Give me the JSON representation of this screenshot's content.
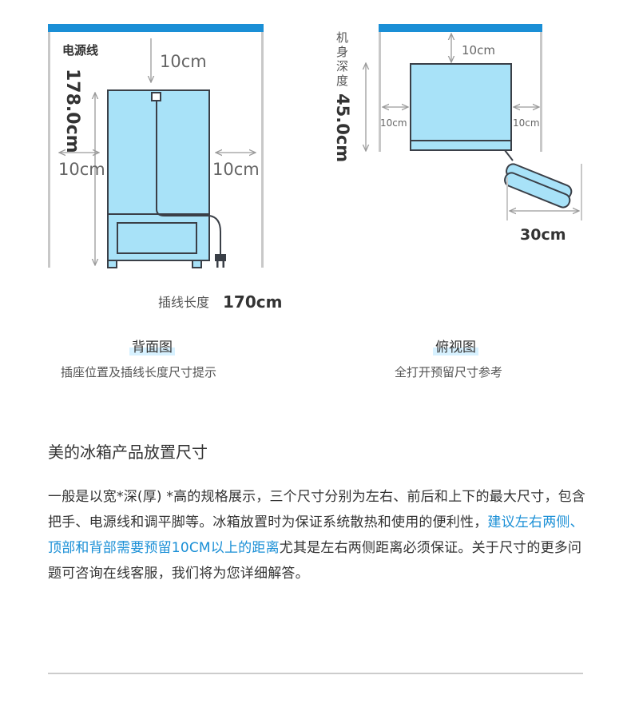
{
  "back_view": {
    "power_cord_label": "电源线",
    "top_gap": "10cm",
    "height": "178.0cm",
    "left_gap": "10cm",
    "right_gap": "10cm",
    "cord_length_label": "插线长度",
    "cord_length_value": "170cm",
    "title": "背面图",
    "subtitle": "插座位置及插线长度尺寸提示"
  },
  "top_view": {
    "depth_label_chars": [
      "机",
      "身",
      "深",
      "度"
    ],
    "depth_value": "45.0cm",
    "top_gap": "10cm",
    "left_gap": "10cm",
    "right_gap": "10cm",
    "door_gap": "30cm",
    "title": "俯视图",
    "subtitle": "全打开预留尺寸参考"
  },
  "section": {
    "title": "美的冰箱产品放置尺寸",
    "para_part1": "一般是以宽*深(厚) *高的规格展示，三个尺寸分别为左右、前后和上下的最大尺寸，包含把手、电源线和调平脚等。冰箱放置时为保证系统散热和使用的便利性，",
    "para_highlight": "建议左右两侧、顶部和背部需要预留10CM以上的距离",
    "para_part2": "尤其是左右两侧距离必须保证。关于尺寸的更多问题可咨询在线客服，我们将为您详细解答。"
  },
  "colors": {
    "accent_blue": "#1a8fd6",
    "fridge_fill": "#a8e2f8",
    "outline": "#3a3f47",
    "wall": "#c8c8c8"
  }
}
